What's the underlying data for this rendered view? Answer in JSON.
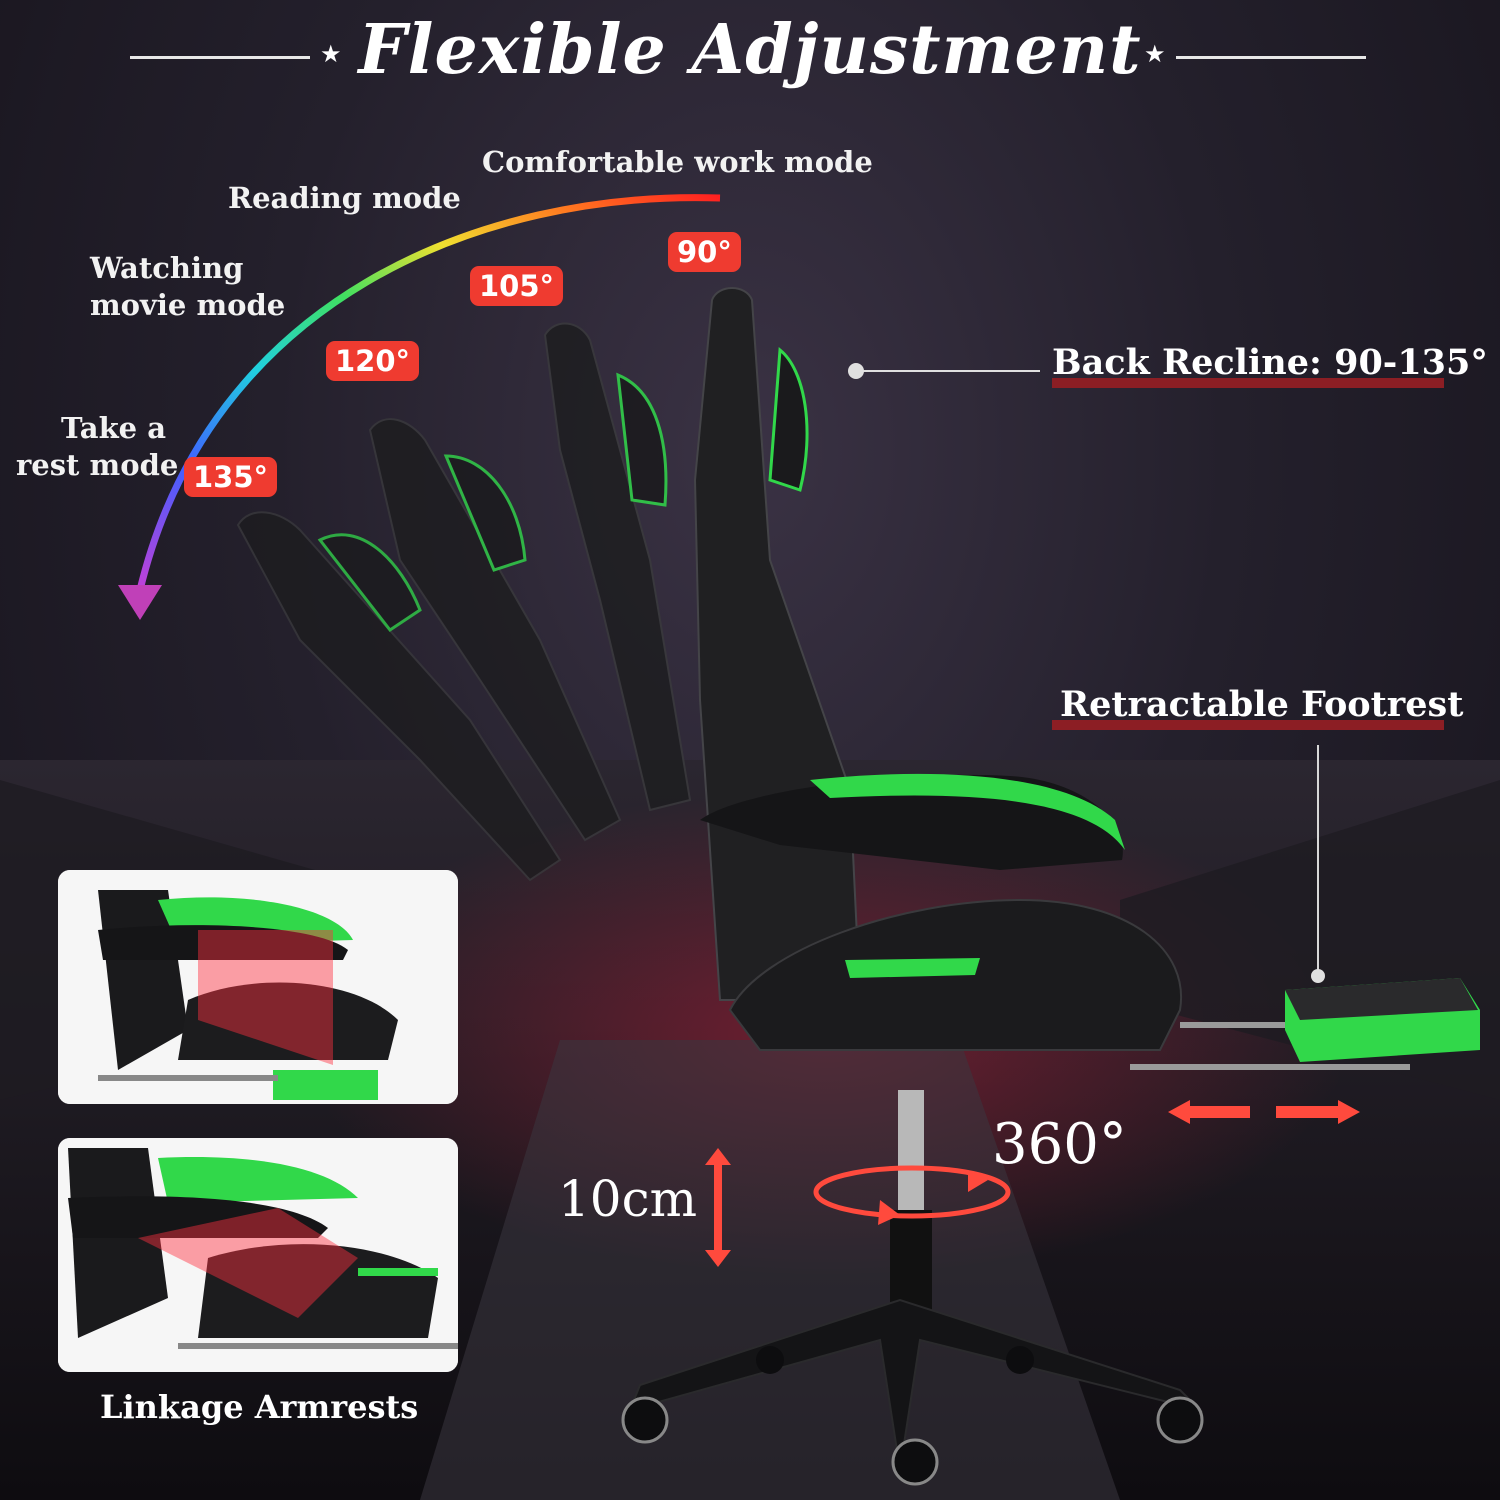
{
  "title": "Flexible Adjustment",
  "modes": [
    {
      "label": "Comfortable work mode"
    },
    {
      "label": "Reading mode"
    },
    {
      "label": "Watching movie mode",
      "lines": [
        "Watching",
        "movie mode"
      ]
    },
    {
      "label": "Take a rest mode",
      "lines": [
        "Take a",
        "rest mode"
      ]
    }
  ],
  "angles": [
    "90°",
    "105°",
    "120°",
    "135°"
  ],
  "features": {
    "back_recline": "Back Recline: 90-135°",
    "footrest": "Retractable Footrest",
    "armrests": "Linkage Armrests"
  },
  "height_adjust": "10cm",
  "swivel": "360°",
  "colors": {
    "accent_green": "#31d84a",
    "badge_red": "#ef3b30",
    "underline_red": "#8c1e24",
    "arrow_red": "#ff4a3d"
  }
}
